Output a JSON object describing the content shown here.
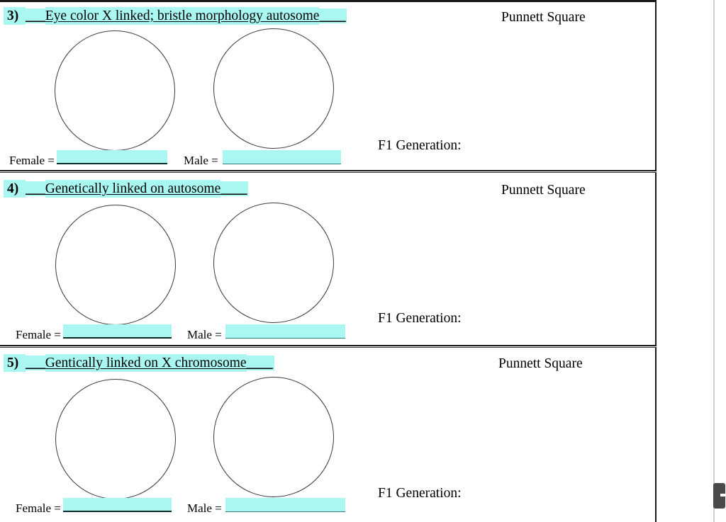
{
  "document": {
    "type": "genetics-worksheet",
    "highlight_color": "#AAF7F2",
    "rule_color": "#111111",
    "circle_stroke": "#3b3b3b"
  },
  "rows": [
    {
      "number": "3)",
      "lead_blank": "___",
      "title": "Eye color X linked; bristle morphology autosome",
      "trail_blank": "____",
      "female_label": "Female =",
      "male_label": "Male =",
      "punnett_label": "Punnett Square",
      "f1_label": "F1 Generation:",
      "female_value": "",
      "male_value": ""
    },
    {
      "number": "4)",
      "lead_blank": "___",
      "title": "Genetically linked on autosome",
      "trail_blank": "____",
      "female_label": "Female =",
      "male_label": "Male =",
      "punnett_label": "Punnett Square",
      "f1_label": "F1 Generation:",
      "female_value": "",
      "male_value": ""
    },
    {
      "number": "5)",
      "lead_blank": "___",
      "title": "Gentically linked on X chromosome",
      "trail_blank": "____",
      "female_label": "Female =",
      "male_label": "Male =",
      "punnett_label": "Punnett Square",
      "f1_label": "F1 Generation:",
      "female_value": "",
      "male_value": ""
    }
  ],
  "scrollbar": {
    "thumb_color": "#4a4a4a"
  }
}
